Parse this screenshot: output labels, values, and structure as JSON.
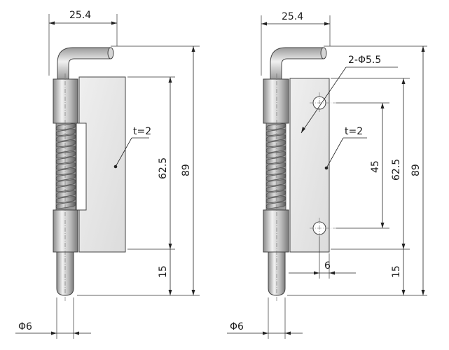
{
  "left_view": {
    "width_dim": "25.4",
    "thickness_note": "t=2",
    "height_dim": "62.5",
    "total_dim": "89",
    "pin_len_dim": "15",
    "pin_dia_dim": "Φ6"
  },
  "right_view": {
    "width_dim": "25.4",
    "hole_note": "2-Φ5.5",
    "thickness_note": "t=2",
    "hole_spacing_dim": "45",
    "height_dim": "62.5",
    "total_dim": "89",
    "hole_offset_dim": "6",
    "pin_len_dim": "15",
    "pin_dia_dim": "Φ6"
  },
  "colors": {
    "metal_light": "#e8e8e8",
    "metal_mid": "#bdbdbd",
    "metal_dark": "#7a7a7a",
    "line": "#222222"
  }
}
